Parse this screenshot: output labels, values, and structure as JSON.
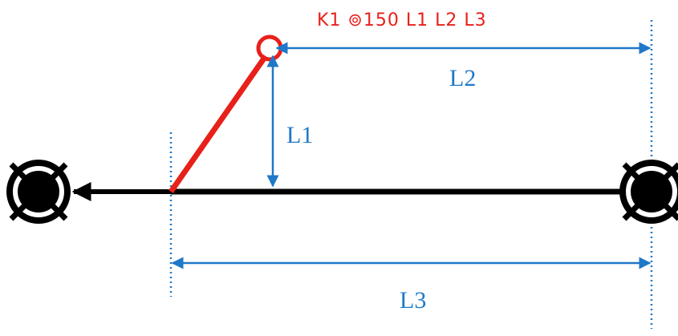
{
  "header": {
    "text": "K1  ⊚150  L1  L2  L3",
    "color": "#e8201a"
  },
  "labels": {
    "l1": "L1",
    "l2": "L2",
    "l3": "L3"
  },
  "colors": {
    "main_line": "#000000",
    "branch": "#e8201a",
    "dimension": "#1f78c8"
  },
  "icons": {
    "left_node": "manhole-icon",
    "right_node": "manhole-icon",
    "branch_point": "circle-marker-icon"
  }
}
